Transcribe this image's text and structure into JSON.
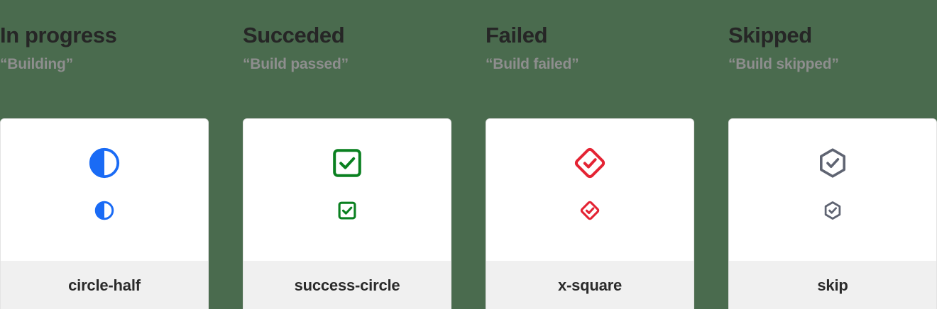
{
  "page": {
    "background_color": "#4a6b4e",
    "card_background": "#ffffff",
    "card_footer_background": "#f0f0f0",
    "card_border_color": "#e3e3e3"
  },
  "columns": [
    {
      "title": "In progress",
      "subtitle": "“Building”",
      "icon_name": "circle-half-icon",
      "icon_label": "circle-half",
      "icon_color": "#1a6bf5"
    },
    {
      "title": "Succeded",
      "subtitle": "“Build passed”",
      "icon_name": "success-circle-icon",
      "icon_label": "success-circle",
      "icon_color": "#0a8020"
    },
    {
      "title": "Failed",
      "subtitle": "“Build failed”",
      "icon_name": "x-square-icon",
      "icon_label": "x-square",
      "icon_color": "#e42434"
    },
    {
      "title": "Skipped",
      "subtitle": "“Build skipped”",
      "icon_name": "skip-icon",
      "icon_label": "skip",
      "icon_color": "#5f6472"
    }
  ]
}
